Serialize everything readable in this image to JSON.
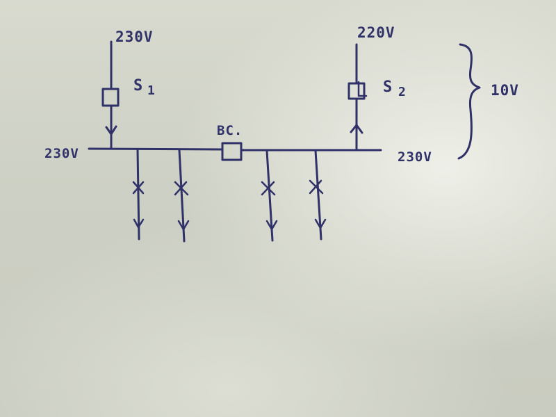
{
  "labels": {
    "source1_voltage": "230V",
    "source2_voltage": "220V",
    "switch1": "S",
    "switch1_sub": "1",
    "switch2": "S",
    "switch2_sub": "2",
    "bus_coupler": "BC.",
    "left_bus_voltage": "230V",
    "right_bus_voltage": "230V",
    "difference": "10V"
  },
  "colors": {
    "ink": "#2f3168",
    "paper": "#d6d8cd"
  },
  "feeders": {
    "left_section_count": 2,
    "right_section_count": 2
  }
}
